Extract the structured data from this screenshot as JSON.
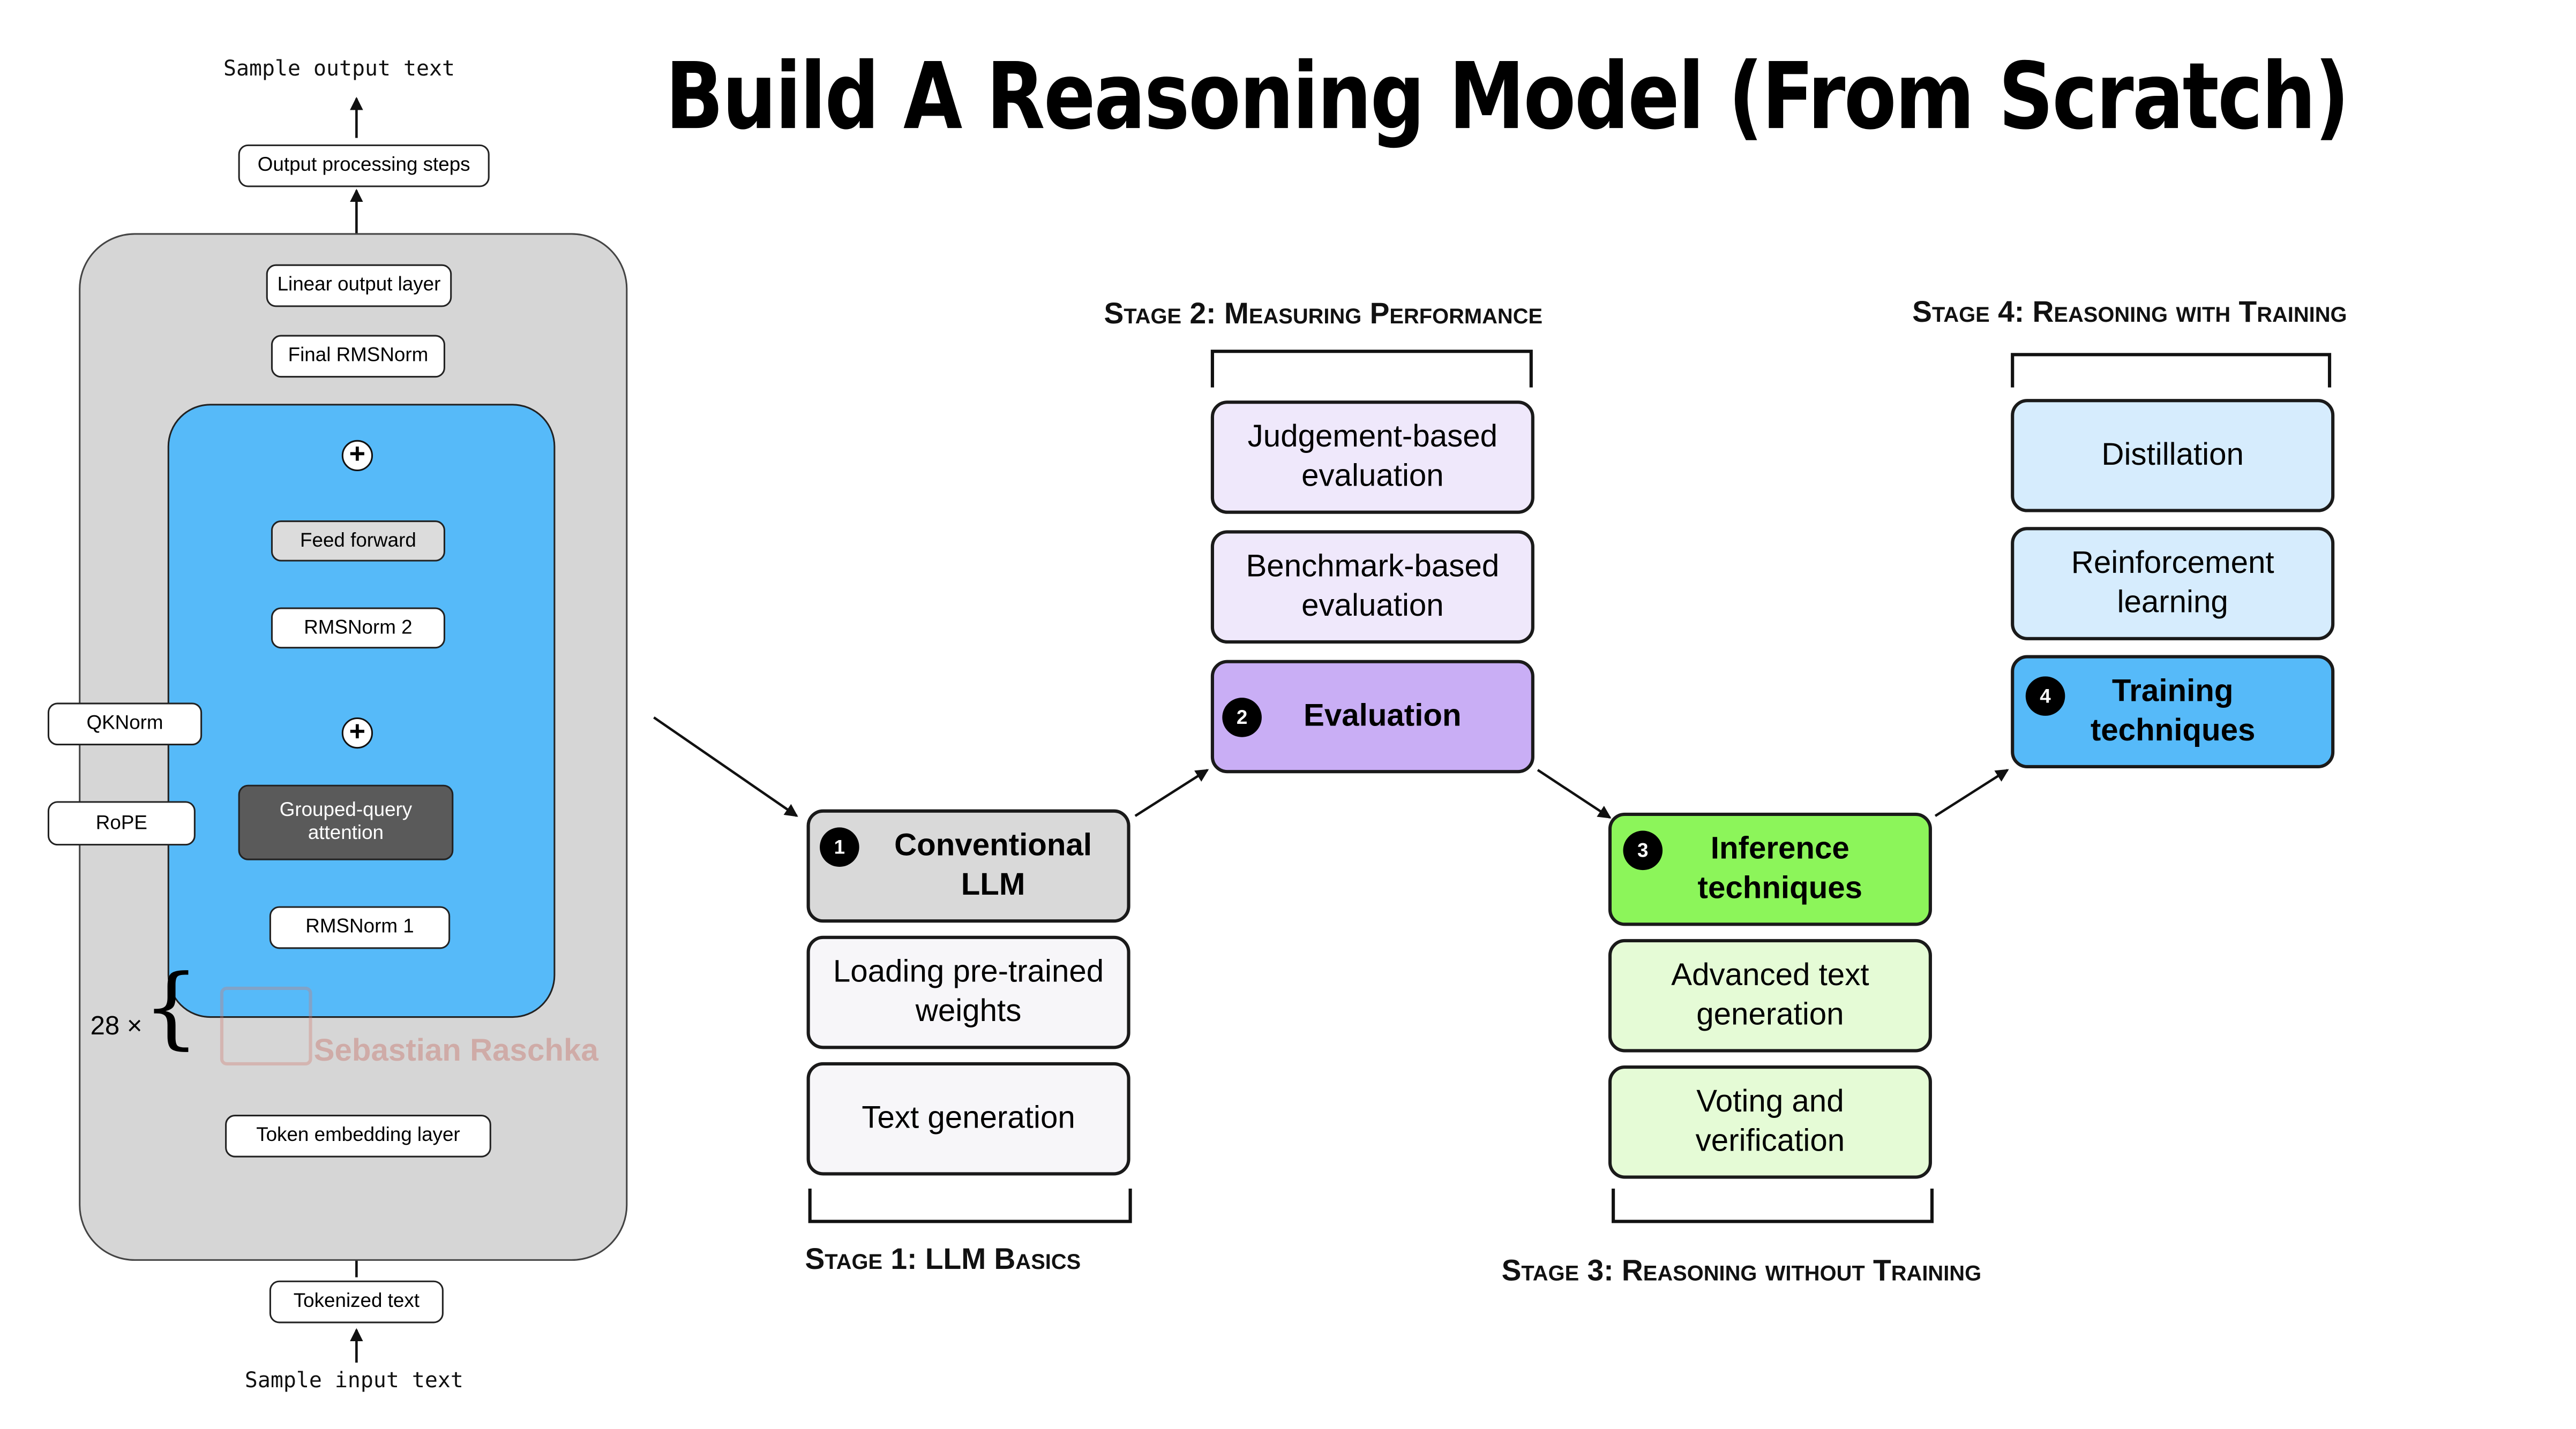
{
  "title": "Build A Reasoning Model (From Scratch)",
  "architecture": {
    "output_text": "Sample output text",
    "output_steps": "Output processing steps",
    "linear_output": "Linear output layer",
    "final_norm": "Final RMSNorm",
    "feed_forward": "Feed forward",
    "rmsnorm2": "RMSNorm 2",
    "qknorm": "QKNorm",
    "rope": "RoPE",
    "gqa": "Grouped-query attention",
    "rmsnorm1": "RMSNorm 1",
    "repeat": "28 ×",
    "watermark": "Sebastian Raschka",
    "token_embedding": "Token embedding layer",
    "tokenized": "Tokenized text",
    "input_text": "Sample input text"
  },
  "stages": {
    "stage1": {
      "label": "Stage 1: LLM Basics",
      "badge": "1",
      "header": "Conventional LLM",
      "items": [
        "Loading pre-trained weights",
        "Text generation"
      ]
    },
    "stage2": {
      "label": "Stage 2: Measuring Performance",
      "badge": "2",
      "header": "Evaluation",
      "items": [
        "Judgement-based evaluation",
        "Benchmark-based evaluation"
      ]
    },
    "stage3": {
      "label": "Stage 3: Reasoning without Training",
      "badge": "3",
      "header": "Inference techniques",
      "items": [
        "Advanced text generation",
        "Voting and verification"
      ]
    },
    "stage4": {
      "label": "Stage 4: Reasoning with Training",
      "badge": "4",
      "header": "Training techniques",
      "items": [
        "Distillation",
        "Reinforcement learning"
      ]
    }
  },
  "colors": {
    "outer_bg": "#d6d6d6",
    "block_blue": "#56baf9",
    "stage1_header": "#d9d9d9",
    "stage1_item": "#f7f6f9",
    "stage2_header": "#c9aef5",
    "stage2_item": "#efe8fb",
    "stage3_header": "#8cf55a",
    "stage3_item": "#e5fbd6",
    "stage4_header": "#56baf9",
    "stage4_item": "#d6ecfd"
  }
}
